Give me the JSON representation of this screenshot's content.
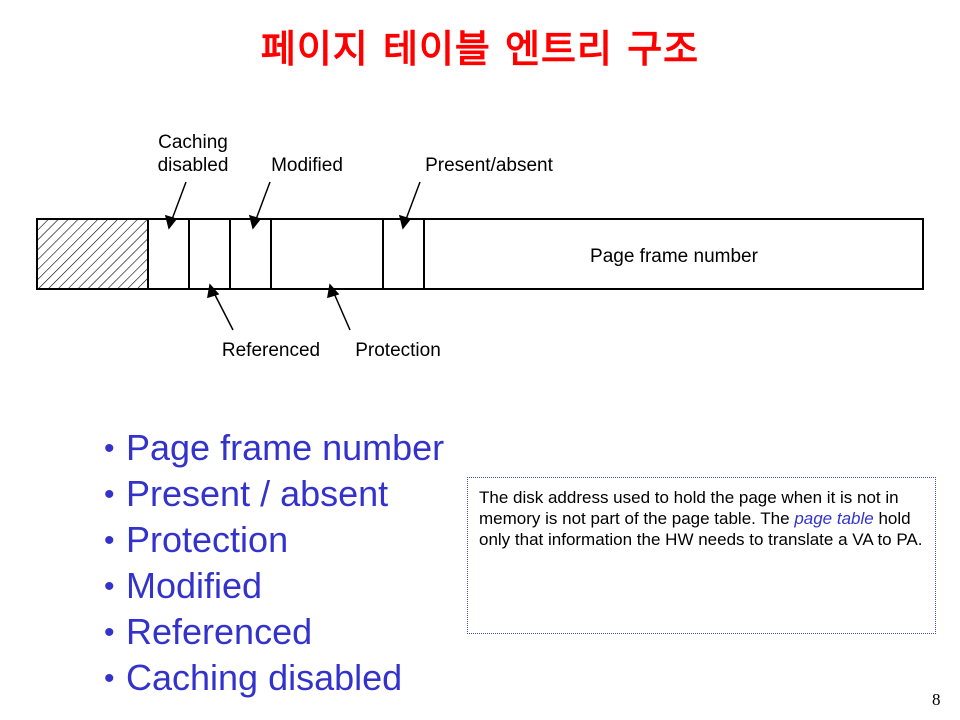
{
  "slide": {
    "title": "페이지 테이블 엔트리 구조",
    "page_number": "8"
  },
  "diagram": {
    "labels": {
      "caching_line1": "Caching",
      "caching_line2": "disabled",
      "modified": "Modified",
      "present": "Present/absent",
      "page_frame": "Page frame number",
      "referenced": "Referenced",
      "protection": "Protection"
    }
  },
  "bullets": [
    "Page frame number",
    "Present / absent",
    "Protection",
    "Modified",
    "Referenced",
    "Caching disabled"
  ],
  "bullet_symbol": "•",
  "note": {
    "text_before": "The disk address used to hold the page when it is not in memory is not part of the page table. The ",
    "emphasis": "page table",
    "text_after": " hold only that information the HW needs to translate a VA to PA."
  },
  "colors": {
    "title": "#ff0000",
    "bullets": "#3333cc",
    "emphasis": "#3333cc"
  }
}
